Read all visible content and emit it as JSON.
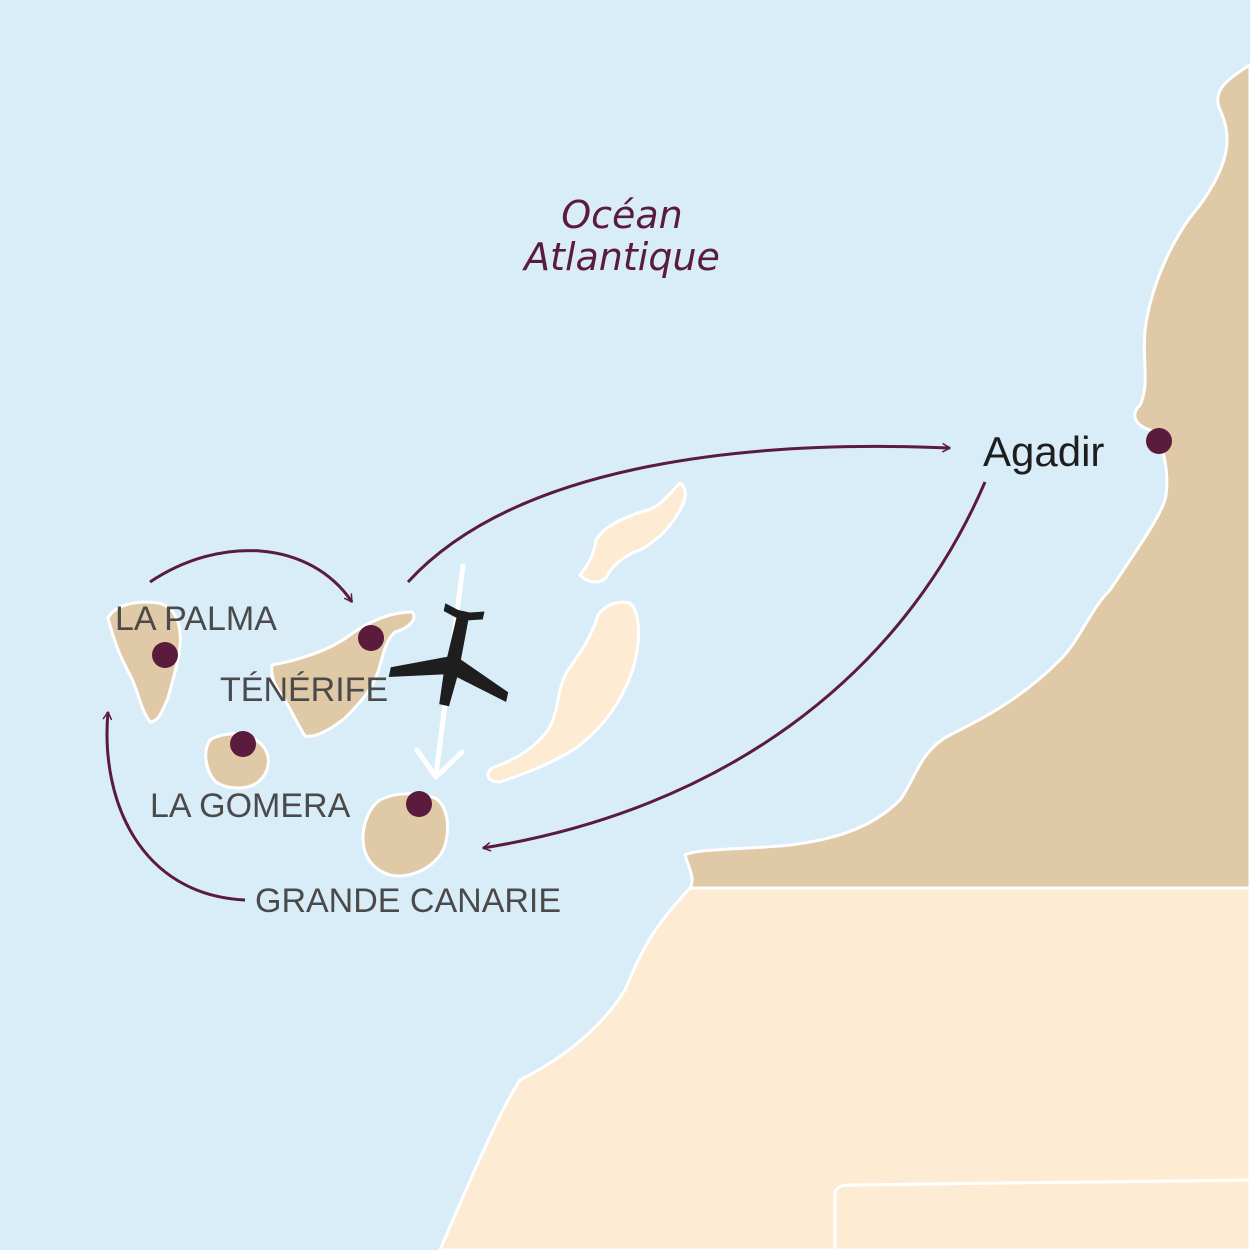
{
  "ocean": {
    "line1": "Océan",
    "line2": "Atlantique"
  },
  "places": {
    "la_palma": "LA PALMA",
    "tenerife": "TÉNÉRIFE",
    "la_gomera": "LA GOMERA",
    "grande_canarie": "GRANDE CANARIE",
    "agadir": "Agadir"
  },
  "icons": {
    "flight": "airplane-icon"
  },
  "colors": {
    "sea": "#d9edf9",
    "morocco": "#e0c9a6",
    "sahara": "#fdebd3",
    "visited_island": "#e0c9a6",
    "other_island": "#fdebd3",
    "route": "#5b1b3c",
    "marker": "#5b1b3c",
    "plane": "#1e1e1e"
  }
}
